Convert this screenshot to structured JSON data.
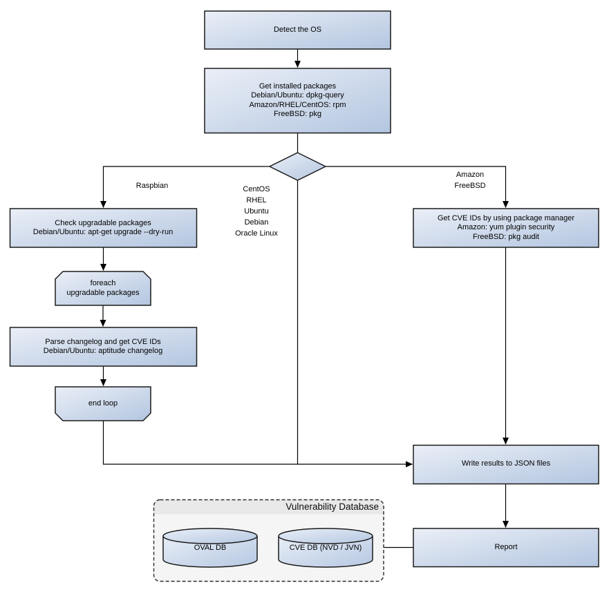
{
  "flowchart": {
    "nodes": {
      "detect_os": "Detect the OS",
      "get_installed_packages": "Get installed packages\nDebian/Ubuntu: dpkg-query\nAmazon/RHEL/CentOS: rpm\nFreeBSD: pkg",
      "check_upgradable_packages": "Check upgradable packages\nDebian/Ubuntu: apt-get upgrade --dry-run",
      "foreach_loop": "foreach\nupgradable  packages",
      "parse_changelog": "Parse changelog and get  CVE IDs\nDebian/Ubuntu: aptitude changelog",
      "end_loop": "end loop",
      "get_cve_ids": "Get CVE IDs by using package manager\nAmazon: yum plugin security\nFreeBSD: pkg audit",
      "write_results": "Write results to JSON files",
      "report": "Report"
    },
    "branch_labels": {
      "left": "Raspbian",
      "middle": "CentOS\nRHEL\nUbuntu\nDebian\nOracle Linux",
      "right": "Amazon\nFreeBSD"
    },
    "database": {
      "title": "Vulnerability Database",
      "cylinders": [
        "OVAL DB",
        "CVE DB (NVD / JVN)"
      ]
    }
  },
  "colors": {
    "node_fill_top": "#ebeff7",
    "node_fill_bottom": "#b3c6e0",
    "shape_border": "#1b1b1b",
    "connector": "#000000",
    "container_fill": "#f5f5f5",
    "container_band": "#e9e9e9",
    "container_border": "#2a2a2a",
    "text": "#000000",
    "background": "#ffffff"
  }
}
